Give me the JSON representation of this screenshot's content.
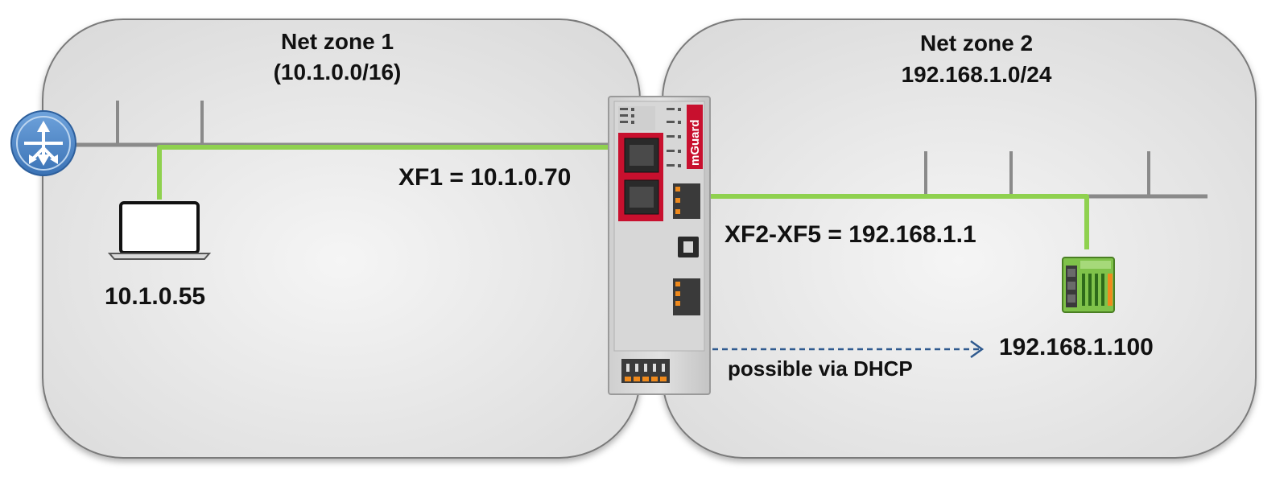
{
  "zone1": {
    "title": "Net zone 1",
    "subnet": "(10.1.0.0/16)"
  },
  "zone2": {
    "title": "Net zone 2",
    "subnet": "192.168.1.0/24"
  },
  "labels": {
    "xf1": "XF1 = 10.1.0.70",
    "xf2_xf5": "XF2-XF5 = 192.168.1.1",
    "laptop_ip": "10.1.0.55",
    "device_ip": "192.168.1.100",
    "dhcp": "possible via DHCP"
  },
  "device_brand": "mGuard",
  "colors": {
    "zone_fill": "#e6e6e6",
    "zone_border": "#7a7a7a",
    "bus_line": "#8a8a8a",
    "connection": "#8fd14f",
    "router_icon": "#4a86c8",
    "device_accent": "#c8102e",
    "dhcp_arrow": "#2f5a8f"
  },
  "icons": [
    "router-icon",
    "laptop-icon",
    "mguard-device-icon",
    "plc-device-icon"
  ]
}
